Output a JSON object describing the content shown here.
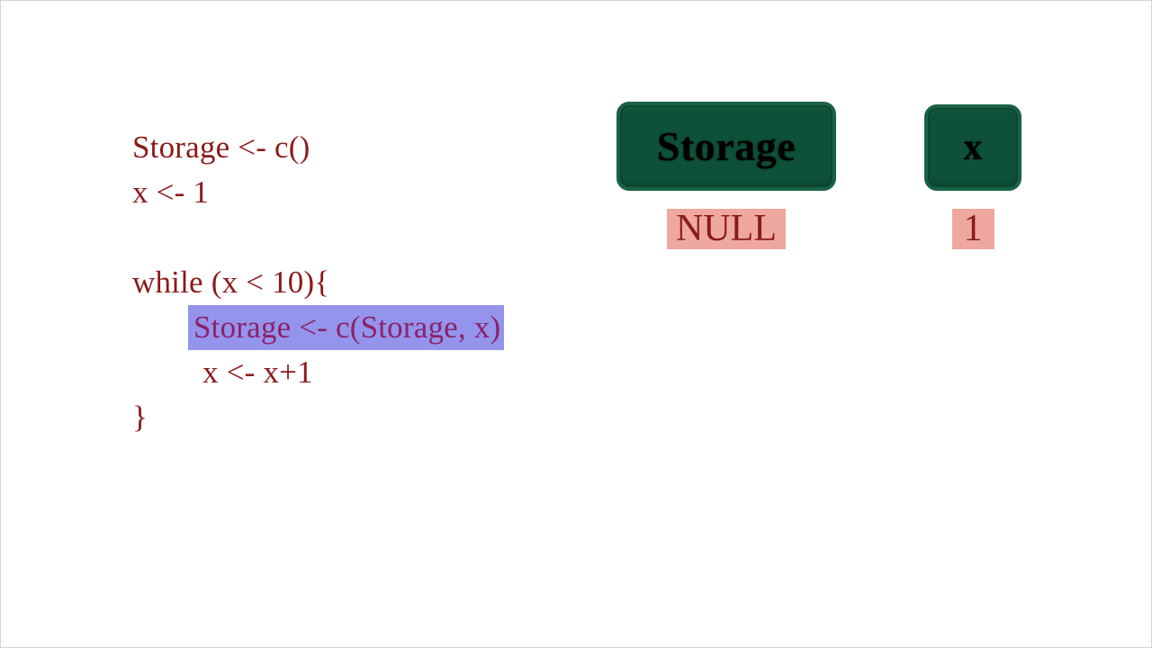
{
  "slide": {
    "background_color": "#ffffff",
    "border_color": "#d4d4d4"
  },
  "code": {
    "language": "R",
    "text_color": "#8b1a1a",
    "highlight_background": "#9494ed",
    "highlight_text_color": "#8b2269",
    "lines": [
      {
        "text": "Storage <- c()",
        "indent": 0,
        "highlighted": false
      },
      {
        "text": "x <- 1",
        "indent": 0,
        "highlighted": false
      },
      {
        "text": "",
        "indent": 0,
        "highlighted": false
      },
      {
        "text": "while (x < 10){",
        "indent": 0,
        "highlighted": false
      },
      {
        "text": "Storage <- c(Storage, x)",
        "indent": 1,
        "highlighted": true
      },
      {
        "text": "x <- x+1",
        "indent": 1,
        "highlighted": false
      },
      {
        "text": "}",
        "indent": 0,
        "highlighted": false
      }
    ]
  },
  "variables": {
    "box_fill_color": "#0d5238",
    "box_border_color": "#1a6145",
    "box_label_color": "#000000",
    "value_background_color": "#efa8a0",
    "value_text_color": "#8b1a1a",
    "items": [
      {
        "name": "Storage",
        "value": "NULL"
      },
      {
        "name": "x",
        "value": "1"
      }
    ]
  }
}
